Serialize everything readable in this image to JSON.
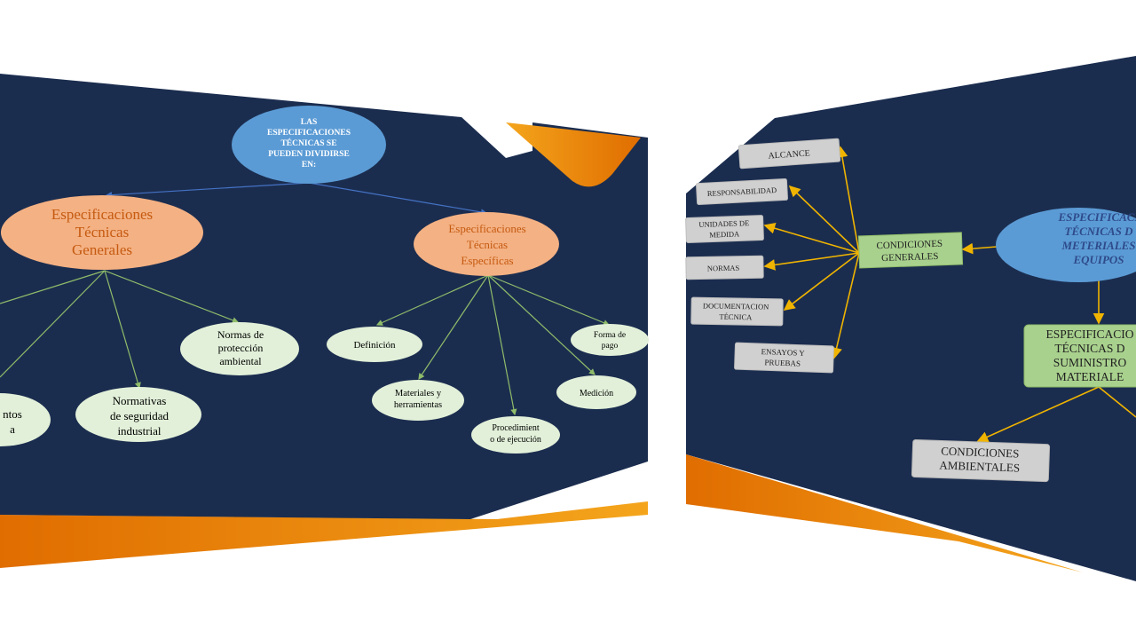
{
  "left_slide": {
    "root": {
      "lines": [
        "LAS",
        "ESPECIFICACIONES",
        "TÉCNICAS SE",
        "PUEDEN DIVIDIRSE",
        "EN:"
      ]
    },
    "general": {
      "lines": [
        "Especificaciones",
        "Técnicas",
        "Generales"
      ]
    },
    "specific": {
      "lines": [
        "Especificaciones",
        "Técnicas",
        "Específicas"
      ]
    },
    "general_children": [
      {
        "lines": [
          "Normas de",
          "protección",
          "ambiental"
        ]
      },
      {
        "lines": [
          "Normativas",
          "de seguridad",
          "industrial"
        ]
      },
      {
        "lines": [
          "ntos",
          "a"
        ]
      }
    ],
    "specific_children": [
      {
        "lines": [
          "Definición"
        ]
      },
      {
        "lines": [
          "Materiales y",
          "herramientas"
        ]
      },
      {
        "lines": [
          "Procedimient",
          "o de ejecución"
        ]
      },
      {
        "lines": [
          "Medición"
        ]
      },
      {
        "lines": [
          "Forma de",
          "pago"
        ]
      }
    ]
  },
  "right_slide": {
    "root": {
      "lines": [
        "ESPECIFICACI",
        "TÉCNICAS D",
        "METERIALES",
        "EQUIPOS"
      ]
    },
    "conditions": {
      "lines": [
        "CONDICIONES",
        "GENERALES"
      ]
    },
    "supply": {
      "lines": [
        "ESPECIFICACIO",
        "TÉCNICAS D",
        "SUMINISTRO",
        "MATERIALE"
      ]
    },
    "environmental": {
      "lines": [
        "CONDICIONES",
        "AMBIENTALES"
      ]
    },
    "condition_items": [
      {
        "lines": [
          "ALCANCE"
        ]
      },
      {
        "lines": [
          "RESPONSABILIDAD"
        ]
      },
      {
        "lines": [
          "UNIDADES DE",
          "MEDIDA"
        ]
      },
      {
        "lines": [
          "NORMAS"
        ]
      },
      {
        "lines": [
          "DOCUMENTACION",
          "TÉCNICA"
        ]
      },
      {
        "lines": [
          "ENSAYOS Y",
          "PRUEBAS"
        ]
      }
    ]
  },
  "colors": {
    "navy": "#1b2d4f",
    "orange": "#e8800f",
    "root_blue": "#5b9bd5",
    "salmon": "#f4b183",
    "mint": "#e2f0d9",
    "green_box": "#a9d18e",
    "grey_box": "#d0d0d0",
    "arrow_yellow": "#f0b400",
    "line_green": "#8fbc6a",
    "line_blue": "#4472c4"
  }
}
